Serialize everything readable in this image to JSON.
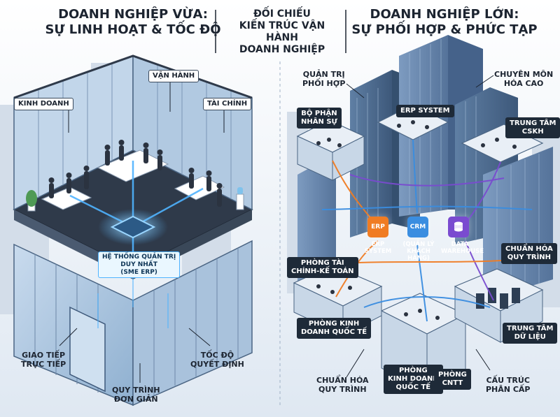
{
  "header": {
    "left_line1": "DOANH NGHIỆP VỪA:",
    "left_line2": "SỰ LINH HOẠT & TỐC ĐỘ",
    "middle_line1": "ĐỐI CHIẾU",
    "middle_line2": "KIẾN TRÚC VẬN HÀNH",
    "middle_line3": "DOANH NGHIỆP",
    "right_line1": "DOANH NGHIỆP LỚN:",
    "right_line2": "SỰ PHỐI HỢP & PHỨC TẠP"
  },
  "left": {
    "tag_kinh_doanh": "KINH DOANH",
    "tag_van_hanh": "VẬN HÀNH",
    "tag_tai_chinh": "TÀI CHÍNH",
    "system_line1": "HỆ THỐNG QUẢN TRỊ",
    "system_line2": "DUY NHẤT",
    "system_line3": "(SME ERP)",
    "cap_giao_tiep_1": "GIAO TIẾP",
    "cap_giao_tiep_2": "TRỰC TIẾP",
    "cap_toc_do_1": "TỐC ĐỘ",
    "cap_toc_do_2": "QUYẾT ĐỊNH",
    "cap_quy_trinh_1": "QUY TRÌNH",
    "cap_quy_trinh_2": "ĐƠN GIẢN"
  },
  "right": {
    "cap_quan_tri_1": "QUẢN TRỊ",
    "cap_quan_tri_2": "PHỐI HỢP",
    "cap_chuyen_mon_1": "CHUYÊN MÔN",
    "cap_chuyen_mon_2": "HÓA CAO",
    "tag_erp_top": "ERP SYSTEM",
    "tag_nhan_su_1": "BỘ PHẬN",
    "tag_nhan_su_2": "NHÂN SỰ",
    "tag_cskh_1": "TRUNG TÂM",
    "tag_cskh_2": "CSKH",
    "tag_chuan_hoa_1": "CHUẨN HÓA",
    "tag_chuan_hoa_2": "QUY TRÌNH",
    "tag_tai_chinh_1": "PHÒNG TÀI",
    "tag_tai_chinh_2": "CHÍNH-KẾ TOÁN",
    "tag_kinh_doanh_qt_1": "PHÒNG KINH",
    "tag_kinh_doanh_qt_2": "DOANH QUỐC TẾ",
    "tag_du_lieu_1": "TRUNG TÂM",
    "tag_du_lieu_2": "DỮ LIỆU",
    "tag_kd_qt_b_1": "PHÒNG",
    "tag_kd_qt_b_2": "KINH DOANH",
    "tag_kd_qt_b_3": "QUỐC TẾ",
    "tag_cntt_1": "PHÒNG",
    "tag_cntt_2": "CNTT",
    "icon_erp": "ERP",
    "icon_crm": "CRM",
    "svc_erp": "ERP SYSTEM",
    "svc_crm_1": "(QUẢN LÝ",
    "svc_crm_2": "KHÁCH HÀNG)",
    "svc_dw_1": "DATA",
    "svc_dw_2": "WAREHOUSE",
    "cap_chuan_hoa_1": "CHUẨN HÓA",
    "cap_chuan_hoa_2": "QUY TRÌNH",
    "cap_cau_truc_1": "CẤU TRÚC",
    "cap_cau_truc_2": "PHÂN CẤP"
  },
  "colors": {
    "erp_icon": "#f07c23",
    "crm_icon": "#3a8de0",
    "dw_icon": "#7a4bd0",
    "glow": "#4fb3ff"
  }
}
